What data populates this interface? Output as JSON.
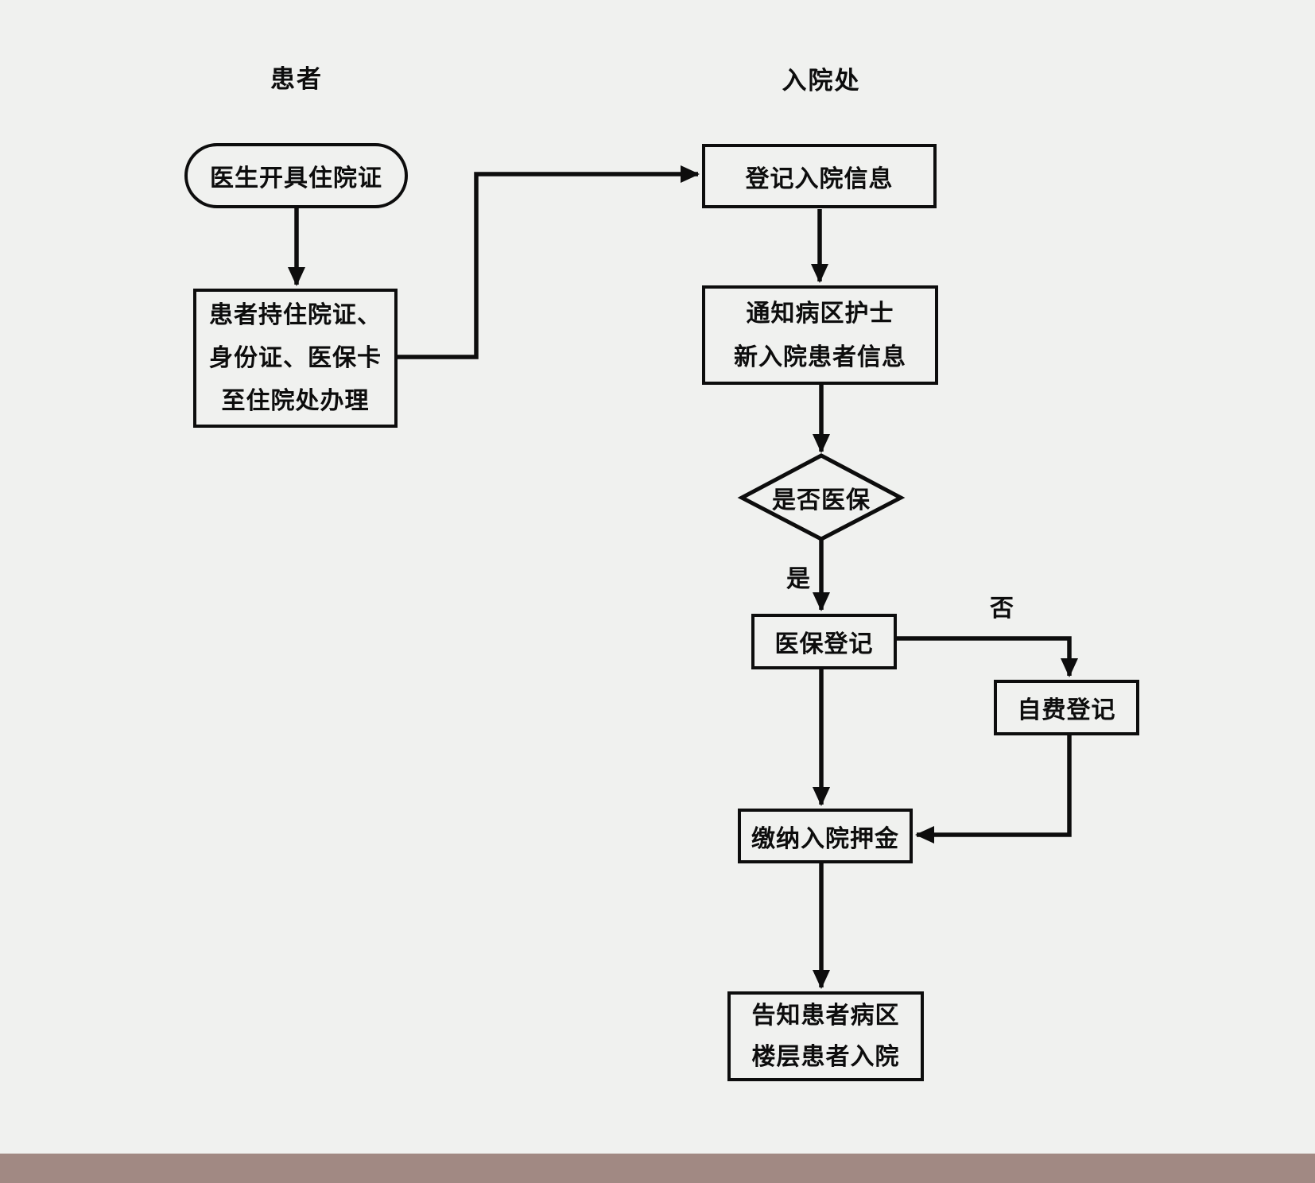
{
  "lanes": {
    "patient": "患者",
    "admission": "入院处"
  },
  "nodes": {
    "start": {
      "type": "terminator",
      "label": "医生开具住院证"
    },
    "bring_docs": {
      "type": "process",
      "lines": [
        "患者持住院证、",
        "身份证、医保卡",
        "至住院处办理"
      ]
    },
    "register_info": {
      "type": "process",
      "label": "登记入院信息"
    },
    "notify_nurse": {
      "type": "process",
      "lines": [
        "通知病区护士",
        "新入院患者信息"
      ]
    },
    "is_insured": {
      "type": "decision",
      "label": "是否医保"
    },
    "insurance_register": {
      "type": "process",
      "label": "医保登记"
    },
    "self_pay_register": {
      "type": "process",
      "label": "自费登记"
    },
    "pay_deposit": {
      "type": "process",
      "label": "缴纳入院押金"
    },
    "inform_ward": {
      "type": "process",
      "lines": [
        "告知患者病区",
        "楼层患者入院"
      ]
    }
  },
  "edge_labels": {
    "yes": "是",
    "no": "否"
  },
  "colors": {
    "background": "#f0f1ef",
    "stroke": "#0d0d0d",
    "footer_bar": "#a18983"
  }
}
